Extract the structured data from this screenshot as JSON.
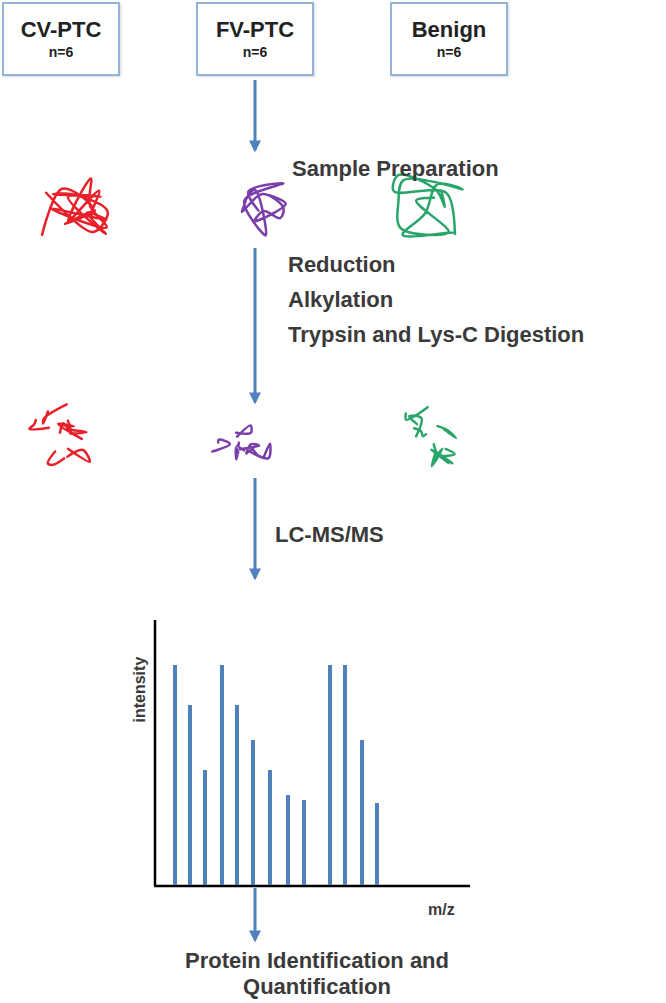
{
  "diagram": {
    "nodes": [
      {
        "text": [
          "CV-PTC",
          "n=6"
        ]
      },
      {
        "text": [
          "FV-PTC",
          "n=6"
        ]
      },
      {
        "text": [
          "Benign",
          "n=6"
        ]
      }
    ],
    "labels": [
      "Sample Preparation",
      "Reduction",
      "Alkylation",
      "Trypsin and Lys-C Digestion",
      "LC-MS/MS",
      "intensity",
      "m/z",
      "Protein Identification and Quantification"
    ]
  }
}
